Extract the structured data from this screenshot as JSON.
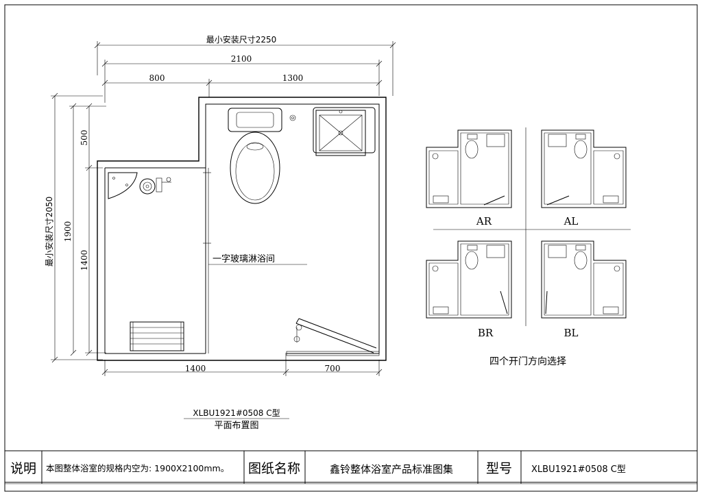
{
  "plan": {
    "dims": {
      "min_install_width": "最小安装尺寸2250",
      "total_width": "2100",
      "left_width": "800",
      "right_width": "1300",
      "top_depth": "500",
      "total_depth": "1900",
      "shower_depth": "1400",
      "min_install_depth": "最小安装尺寸2050",
      "bottom_left": "1400",
      "bottom_right": "700"
    },
    "glass_label": "一字玻璃淋浴间",
    "model_code": "XLBU1921#0508   C型",
    "drawing_name": "平面布置图"
  },
  "variants": {
    "labels": [
      "AR",
      "AL",
      "BR",
      "BL"
    ],
    "caption": "四个开门方向选择"
  },
  "title_block": {
    "note_label": "说明",
    "note_text": "本图整体浴室的规格内空为: 1900X2100mm。",
    "name_label": "图纸名称",
    "name_value": "鑫铃整体浴室产品标准图集",
    "model_label": "型号",
    "model_value": "XLBU1921#0508   C型"
  }
}
